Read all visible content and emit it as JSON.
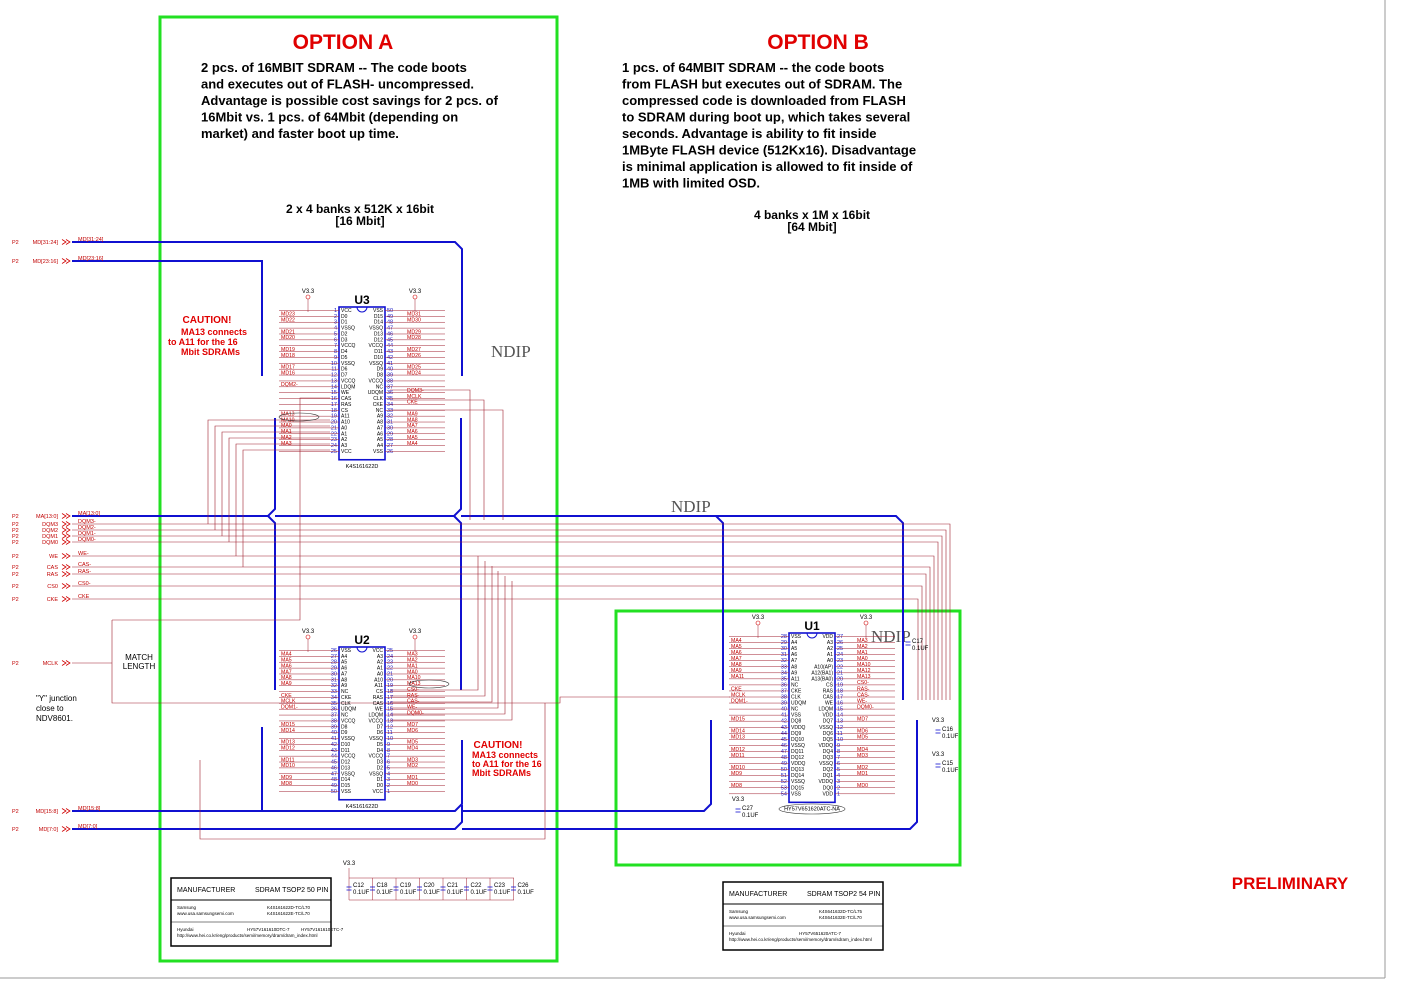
{
  "option_a": {
    "title": "OPTION A",
    "desc": [
      "2 pcs. of 16MBIT SDRAM  --  The code boots",
      "and executes out of FLASH- uncompressed.",
      "Advantage is possible cost savings for 2 pcs. of",
      "16Mbit vs. 1 pcs. of 64Mbit (depending on",
      "market) and faster boot up time."
    ],
    "bank_line1": "2 x 4 banks x 512K x 16bit",
    "bank_line2": "[16 Mbit]"
  },
  "option_b": {
    "title": "OPTION B",
    "desc": [
      "1 pcs. of 64MBIT SDRAM  --  the code boots",
      "from FLASH but executes out of SDRAM.  The",
      "compressed code is downloaded from FLASH",
      "to SDRAM during boot up, which takes several",
      "seconds.   Advantage is ability to fit inside",
      "1MByte FLASH device (512Kx16). Disadvantage",
      "is minimal application is allowed to fit inside of",
      "1MB with limited OSD."
    ],
    "bank_line1": "4 banks x 1M x 16bit",
    "bank_line2": "[64 Mbit]"
  },
  "caution_top": {
    "head": "CAUTION!",
    "lines": [
      "MA13 connects",
      "to A11 for the 16",
      "Mbit SDRAMs"
    ]
  },
  "caution_bottom": {
    "head": "CAUTION!",
    "lines": [
      "MA13 connects",
      "to A11 for the 16",
      "Mbit SDRAMs"
    ]
  },
  "ndip_label": "NDIP",
  "match_length": [
    "MATCH",
    "LENGTH"
  ],
  "y_junction": [
    "\"Y\" junction",
    "close to",
    "NDV8601."
  ],
  "preliminary": "PRELIMINARY",
  "ports": [
    {
      "page": "P2",
      "name": "MD[31:24]",
      "net": "MD[31:24]"
    },
    {
      "page": "P2",
      "name": "MD[23:16]",
      "net": "MD[23:16]"
    },
    {
      "page": "P2",
      "name": "MA[13:0]",
      "net": "MA[13:0]"
    },
    {
      "page": "P2",
      "name": "DQM3",
      "net": "DQM3-"
    },
    {
      "page": "P2",
      "name": "DQM2",
      "net": "DQM2-"
    },
    {
      "page": "P2",
      "name": "DQM1",
      "net": "DQM1-"
    },
    {
      "page": "P2",
      "name": "DQM0",
      "net": "DQM0-"
    },
    {
      "page": "P2",
      "name": "WE",
      "net": "WE-"
    },
    {
      "page": "P2",
      "name": "CAS",
      "net": "CAS-"
    },
    {
      "page": "P2",
      "name": "RAS",
      "net": "RAS-"
    },
    {
      "page": "P2",
      "name": "CS0",
      "net": "CS0-"
    },
    {
      "page": "P2",
      "name": "CKE",
      "net": "CKE"
    },
    {
      "page": "P2",
      "name": "MCLK",
      "net": "MCLK"
    },
    {
      "page": "P2",
      "name": "MD[15:8]",
      "net": "MD[15:8]"
    },
    {
      "page": "P2",
      "name": "MD[7:0]",
      "net": "MD[7:0]"
    }
  ],
  "power_label": "V3.3",
  "chips": {
    "u3": {
      "ref": "U3",
      "part": "K4S161622D",
      "left": [
        [
          "1",
          "VCC"
        ],
        [
          "2",
          "D0"
        ],
        [
          "3",
          "D1"
        ],
        [
          "4",
          "VSSQ"
        ],
        [
          "5",
          "D2"
        ],
        [
          "6",
          "D3"
        ],
        [
          "7",
          "VCCQ"
        ],
        [
          "8",
          "D4"
        ],
        [
          "9",
          "D5"
        ],
        [
          "10",
          "VSSQ"
        ],
        [
          "11",
          "D6"
        ],
        [
          "12",
          "D7"
        ],
        [
          "13",
          "VCCQ"
        ],
        [
          "14",
          "LDQM"
        ],
        [
          "15",
          "WE"
        ],
        [
          "16",
          "CAS"
        ],
        [
          "17",
          "RAS"
        ],
        [
          "18",
          "CS"
        ],
        [
          "19",
          "A11"
        ],
        [
          "20",
          "A10"
        ],
        [
          "21",
          "A0"
        ],
        [
          "22",
          "A1"
        ],
        [
          "23",
          "A2"
        ],
        [
          "24",
          "A3"
        ],
        [
          "25",
          "VCC"
        ]
      ],
      "right": [
        [
          "50",
          "VSS"
        ],
        [
          "49",
          "D15"
        ],
        [
          "48",
          "D14"
        ],
        [
          "47",
          "VSSQ"
        ],
        [
          "46",
          "D13"
        ],
        [
          "45",
          "D12"
        ],
        [
          "44",
          "VCCQ"
        ],
        [
          "43",
          "D11"
        ],
        [
          "42",
          "D10"
        ],
        [
          "41",
          "VSSQ"
        ],
        [
          "40",
          "D9"
        ],
        [
          "39",
          "D8"
        ],
        [
          "38",
          "VCCQ"
        ],
        [
          "37",
          "NC"
        ],
        [
          "36",
          "UDQM"
        ],
        [
          "35",
          "CLK"
        ],
        [
          "34",
          "CKE"
        ],
        [
          "33",
          "NC"
        ],
        [
          "32",
          "A9"
        ],
        [
          "31",
          "A8"
        ],
        [
          "30",
          "A7"
        ],
        [
          "29",
          "A6"
        ],
        [
          "28",
          "A5"
        ],
        [
          "27",
          "A4"
        ],
        [
          "26",
          "VSS"
        ]
      ],
      "left_nets": [
        "",
        "MD23",
        "MD22",
        "",
        "MD21",
        "MD20",
        "",
        "MD19",
        "MD18",
        "",
        "MD17",
        "MD16",
        "",
        "DQM2-",
        "",
        "",
        "",
        "",
        "MA13",
        "MA10",
        "MA0",
        "MA1",
        "MA2",
        "MA3",
        ""
      ],
      "right_nets": [
        "",
        "MD31",
        "MD30",
        "",
        "MD29",
        "MD28",
        "",
        "MD27",
        "MD26",
        "",
        "MD25",
        "MD24",
        "",
        "",
        "DQM3-",
        "MCLK",
        "CKE",
        "",
        "MA9",
        "MA8",
        "MA7",
        "MA6",
        "MA5",
        "MA4",
        ""
      ]
    },
    "u2": {
      "ref": "U2",
      "part": "K4S161622D",
      "left": [
        [
          "26",
          "VSS"
        ],
        [
          "27",
          "A4"
        ],
        [
          "28",
          "A5"
        ],
        [
          "29",
          "A6"
        ],
        [
          "30",
          "A7"
        ],
        [
          "31",
          "A8"
        ],
        [
          "32",
          "A9"
        ],
        [
          "33",
          "NC"
        ],
        [
          "34",
          "CKE"
        ],
        [
          "35",
          "CLK"
        ],
        [
          "36",
          "UDQM"
        ],
        [
          "37",
          "NC"
        ],
        [
          "38",
          "VCCQ"
        ],
        [
          "39",
          "D8"
        ],
        [
          "40",
          "D9"
        ],
        [
          "41",
          "VSSQ"
        ],
        [
          "42",
          "D10"
        ],
        [
          "43",
          "D11"
        ],
        [
          "44",
          "VCCQ"
        ],
        [
          "45",
          "D12"
        ],
        [
          "46",
          "D13"
        ],
        [
          "47",
          "VSSQ"
        ],
        [
          "48",
          "D14"
        ],
        [
          "49",
          "D15"
        ],
        [
          "50",
          "VSS"
        ]
      ],
      "right": [
        [
          "25",
          "VCC"
        ],
        [
          "24",
          "A3"
        ],
        [
          "23",
          "A2"
        ],
        [
          "22",
          "A1"
        ],
        [
          "21",
          "A0"
        ],
        [
          "20",
          "A10"
        ],
        [
          "19",
          "A11"
        ],
        [
          "18",
          "CS"
        ],
        [
          "17",
          "RAS"
        ],
        [
          "16",
          "CAS"
        ],
        [
          "15",
          "WE"
        ],
        [
          "14",
          "LDQM"
        ],
        [
          "13",
          "VCCQ"
        ],
        [
          "12",
          "D7"
        ],
        [
          "11",
          "D6"
        ],
        [
          "10",
          "VSSQ"
        ],
        [
          "9",
          "D5"
        ],
        [
          "8",
          "D4"
        ],
        [
          "7",
          "VCCQ"
        ],
        [
          "6",
          "D3"
        ],
        [
          "5",
          "D2"
        ],
        [
          "4",
          "VSSQ"
        ],
        [
          "3",
          "D1"
        ],
        [
          "2",
          "D0"
        ],
        [
          "1",
          "VCC"
        ]
      ],
      "left_nets": [
        "",
        "MA4",
        "MA5",
        "MA6",
        "MA7",
        "MA8",
        "MA9",
        "",
        "CKE",
        "MCLK",
        "DQM1-",
        "",
        "",
        "MD15",
        "MD14",
        "",
        "MD13",
        "MD12",
        "",
        "MD11",
        "MD10",
        "",
        "MD9",
        "MD8",
        ""
      ],
      "right_nets": [
        "",
        "MA3",
        "MA2",
        "MA1",
        "MA0",
        "MA10",
        "MA13",
        "CS0-",
        "RAS-",
        "CAS-",
        "WE-",
        "DQM0-",
        "",
        "MD7",
        "MD6",
        "",
        "MD5",
        "MD4",
        "",
        "MD3",
        "MD2",
        "",
        "MD1",
        "MD0",
        ""
      ]
    },
    "u1": {
      "ref": "U1",
      "part": "HY57V651620ATC-NA",
      "left": [
        [
          "28",
          "VSS"
        ],
        [
          "29",
          "A4"
        ],
        [
          "30",
          "A5"
        ],
        [
          "31",
          "A6"
        ],
        [
          "32",
          "A7"
        ],
        [
          "33",
          "A8"
        ],
        [
          "34",
          "A9"
        ],
        [
          "35",
          "A11"
        ],
        [
          "36",
          "NC"
        ],
        [
          "37",
          "CKE"
        ],
        [
          "38",
          "CLK"
        ],
        [
          "39",
          "UDQM"
        ],
        [
          "40",
          "NC"
        ],
        [
          "41",
          "VSS"
        ],
        [
          "42",
          "DQ8"
        ],
        [
          "43",
          "VDDQ"
        ],
        [
          "44",
          "DQ9"
        ],
        [
          "45",
          "DQ10"
        ],
        [
          "46",
          "VSSQ"
        ],
        [
          "47",
          "DQ11"
        ],
        [
          "48",
          "DQ12"
        ],
        [
          "49",
          "VDDQ"
        ],
        [
          "50",
          "DQ13"
        ],
        [
          "51",
          "DQ14"
        ],
        [
          "52",
          "VSSQ"
        ],
        [
          "53",
          "DQ15"
        ],
        [
          "54",
          "VSS"
        ]
      ],
      "right": [
        [
          "27",
          "VDD"
        ],
        [
          "26",
          "A3"
        ],
        [
          "25",
          "A2"
        ],
        [
          "24",
          "A1"
        ],
        [
          "23",
          "A0"
        ],
        [
          "22",
          "A10(AP)"
        ],
        [
          "21",
          "A12(BA1)"
        ],
        [
          "20",
          "A13(BA0)"
        ],
        [
          "19",
          "CS"
        ],
        [
          "18",
          "RAS"
        ],
        [
          "17",
          "CAS"
        ],
        [
          "16",
          "WE"
        ],
        [
          "15",
          "LDQM"
        ],
        [
          "14",
          "VDD"
        ],
        [
          "13",
          "DQ7"
        ],
        [
          "12",
          "VSSQ"
        ],
        [
          "11",
          "DQ6"
        ],
        [
          "10",
          "DQ5"
        ],
        [
          "9",
          "VDDQ"
        ],
        [
          "8",
          "DQ4"
        ],
        [
          "7",
          "DQ3"
        ],
        [
          "6",
          "VSSQ"
        ],
        [
          "5",
          "DQ2"
        ],
        [
          "4",
          "DQ1"
        ],
        [
          "3",
          "VDDQ"
        ],
        [
          "2",
          "DQ0"
        ],
        [
          "1",
          "VDD"
        ]
      ],
      "left_nets": [
        "",
        "MA4",
        "MA5",
        "MA6",
        "MA7",
        "MA8",
        "MA9",
        "MA11",
        "",
        "CKE",
        "MCLK",
        "DQM1-",
        "",
        "",
        "MD15",
        "",
        "MD14",
        "MD13",
        "",
        "MD12",
        "MD11",
        "",
        "MD10",
        "MD9",
        "",
        "MD8",
        ""
      ],
      "right_nets": [
        "",
        "MA3",
        "MA2",
        "MA1",
        "MA0",
        "MA10",
        "MA12",
        "MA13",
        "CS0-",
        "RAS-",
        "CAS-",
        "WE-",
        "DQM0-",
        "",
        "MD7",
        "",
        "MD6",
        "MD5",
        "",
        "MD4",
        "MD3",
        "",
        "MD2",
        "MD1",
        "",
        "MD0",
        ""
      ]
    }
  },
  "caps_a": [
    "C12",
    "C18",
    "C19",
    "C20",
    "C21",
    "C22",
    "C23",
    "C26"
  ],
  "caps_a_vals": [
    "0.1UF",
    "0.1UF",
    "0.1UF",
    "0.1UF",
    "0.1UF",
    "0.1UF",
    "0.1UF",
    "0.1UF"
  ],
  "caps_b": [
    {
      "ref": "C17",
      "val": "0.1UF"
    },
    {
      "ref": "C16",
      "val": "0.1UF"
    },
    {
      "ref": "C15",
      "val": "0.1UF"
    },
    {
      "ref": "C27",
      "val": "0.1UF"
    }
  ],
  "table_a": {
    "h1": "MANUFACTURER",
    "h2": "SDRAM TSOP2 50 PIN",
    "r1a": "Samsung",
    "r1b": "www.usa.samsungsemi.com",
    "r1p1": "K4S161622D-TC/L70",
    "r1p2": "K4S161622E-TC/L70",
    "r2a": "Hyundai",
    "r2p1": "HY57V161610DTC-7",
    "r2p2": "HY57V161610ETC-7",
    "r2b": "http://www.hei.co.kr/eng/products/semi/memory/dram/dram_index.html"
  },
  "table_b": {
    "h1": "MANUFACTURER",
    "h2": "SDRAM TSOP2 54 PIN",
    "r1a": "Samsung",
    "r1b": "www.usa.samsungsemi.com",
    "r1p1": "K4S641632D-TC/L75",
    "r1p2": "K4S641632E-TC/L70",
    "r2a": "Hyundai",
    "r2p1": "HY57V651620ATC-7",
    "r2b": "http://www.hei.co.kr/eng/products/semi/memory/dram/sdram_index.html"
  },
  "colors": {
    "green": "#22e022",
    "blue": "#1010d0",
    "red": "#d00000",
    "wire": "#a02030"
  }
}
